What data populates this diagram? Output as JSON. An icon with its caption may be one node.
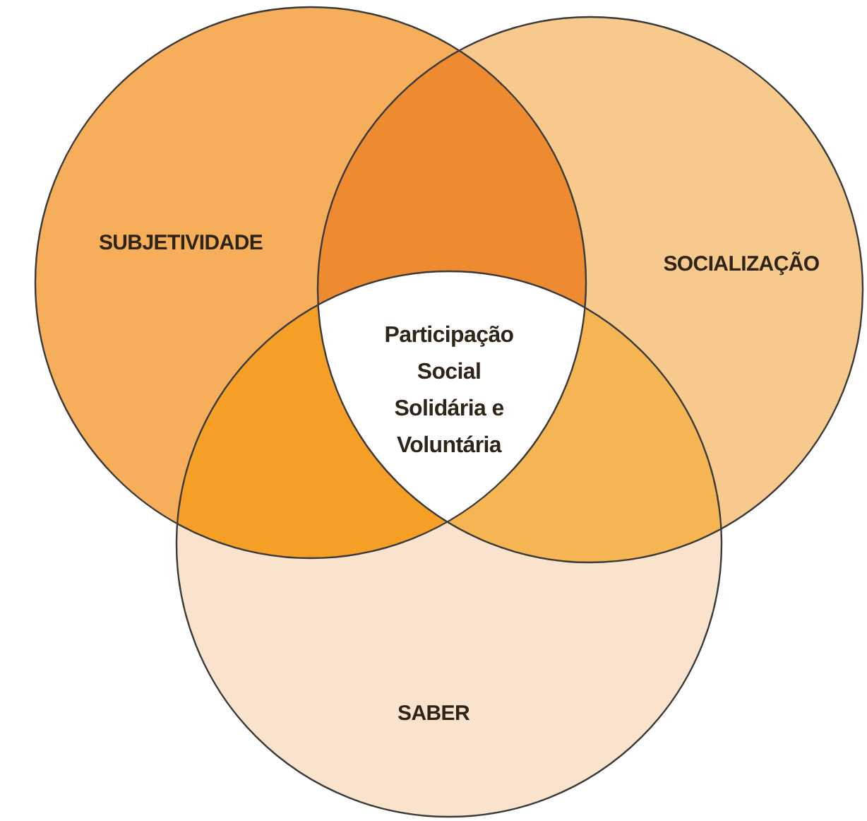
{
  "diagram": {
    "nodes": [
      {
        "text": [
          "SUBJETIVIDADE"
        ]
      },
      {
        "text": [
          "SOCIALIZAÇÃO"
        ]
      },
      {
        "text": [
          "SABER"
        ]
      },
      {
        "text": [
          "Participação Social Solidária e Voluntária"
        ]
      }
    ]
  }
}
